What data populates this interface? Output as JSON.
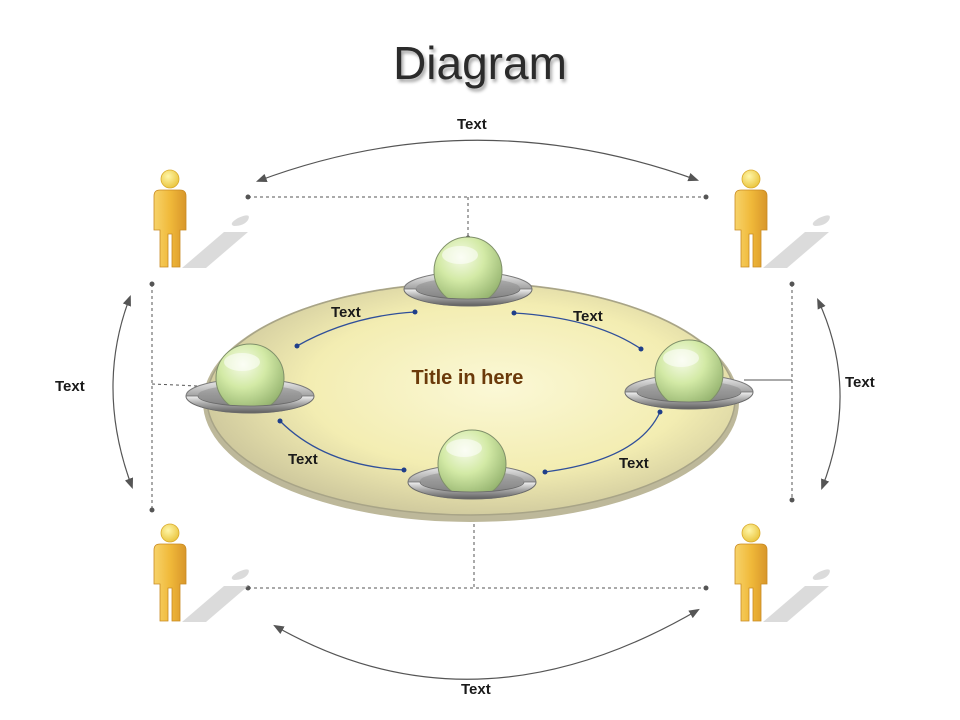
{
  "title": "Diagram",
  "center_title": "Title in here",
  "labels": {
    "top_arc": "Text",
    "bottom_arc": "Text",
    "left_arc": "Text",
    "right_arc": "Text",
    "inner_top_left": "Text",
    "inner_top_right": "Text",
    "inner_bottom_left": "Text",
    "inner_bottom_right": "Text"
  },
  "colors": {
    "person_body": "#f0b93a",
    "person_head": "#f7de5a",
    "ellipse_fill": "#f4efb8",
    "ellipse_rim": "#b9b69a",
    "sphere_glass": "#cfe8a8",
    "inner_arc": "#2f4f9a",
    "outer_arc": "#555555",
    "center_title": "#6b3a0a"
  }
}
